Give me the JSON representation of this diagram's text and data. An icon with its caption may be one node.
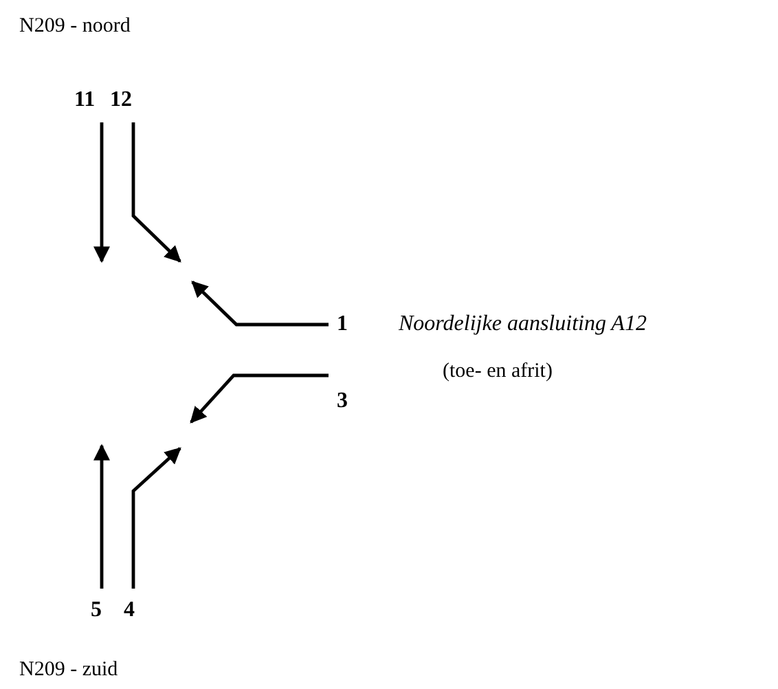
{
  "diagram": {
    "nodes": [
      {
        "text": [
          "11"
        ]
      },
      {
        "text": [
          "12"
        ]
      },
      {
        "text": [
          "1"
        ]
      },
      {
        "text": [
          "3"
        ]
      },
      {
        "text": [
          "5"
        ]
      },
      {
        "text": [
          "4"
        ]
      }
    ],
    "edges": [
      {
        "from": 0,
        "to": null,
        "arrow": "to"
      },
      {
        "from": 1,
        "to": null,
        "arrow": "to"
      },
      {
        "from": 2,
        "to": null,
        "arrow": "to"
      },
      {
        "from": 3,
        "to": null,
        "arrow": "to"
      },
      {
        "from": 4,
        "to": null,
        "arrow": "to"
      },
      {
        "from": 5,
        "to": null,
        "arrow": "to"
      }
    ],
    "labels": [
      "N209 - noord",
      "Noordelijke aansluiting A12",
      "(toe- en afrit)",
      "N209 - zuid"
    ]
  }
}
